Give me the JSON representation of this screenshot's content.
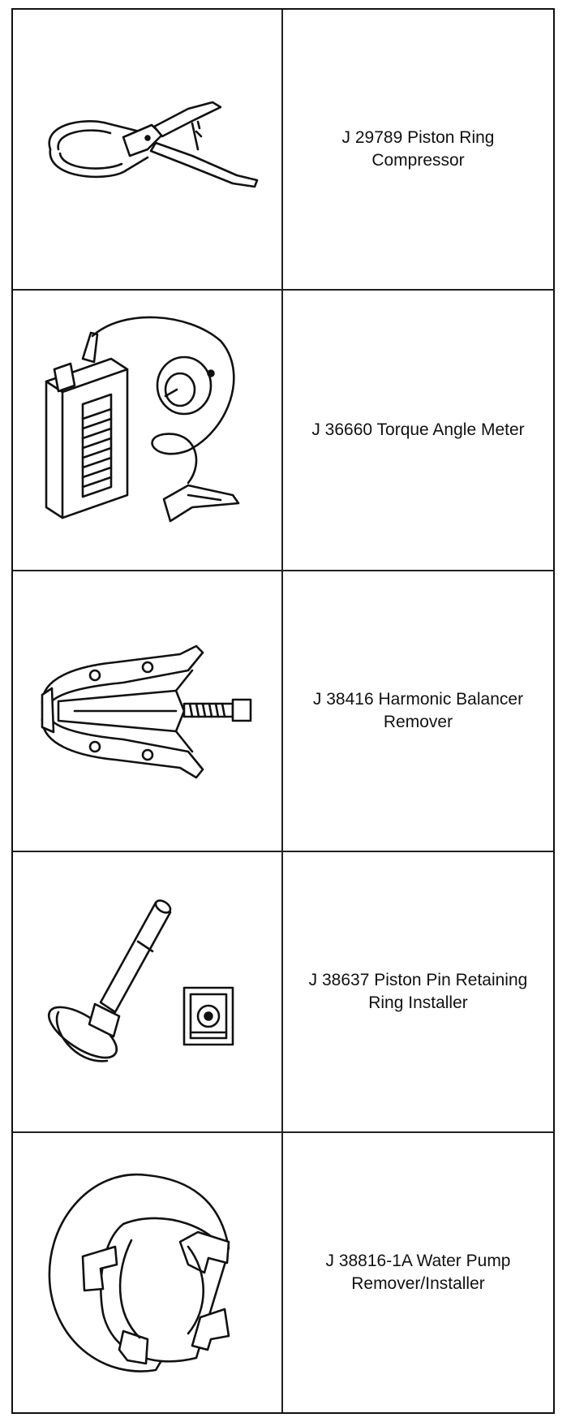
{
  "tools": [
    {
      "icon": "piston-ring-compressor-icon",
      "label": "J 29789 Piston Ring Compressor"
    },
    {
      "icon": "torque-angle-meter-icon",
      "label": "J 36660 Torque Angle Meter"
    },
    {
      "icon": "harmonic-balancer-remover-icon",
      "label": "J 38416 Harmonic Balancer Remover"
    },
    {
      "icon": "piston-pin-retaining-ring-installer-icon",
      "label": "J 38637 Piston Pin Retaining Ring Installer"
    },
    {
      "icon": "water-pump-remover-installer-icon",
      "label": "J 38816-1A Water Pump Remover/Installer"
    }
  ]
}
